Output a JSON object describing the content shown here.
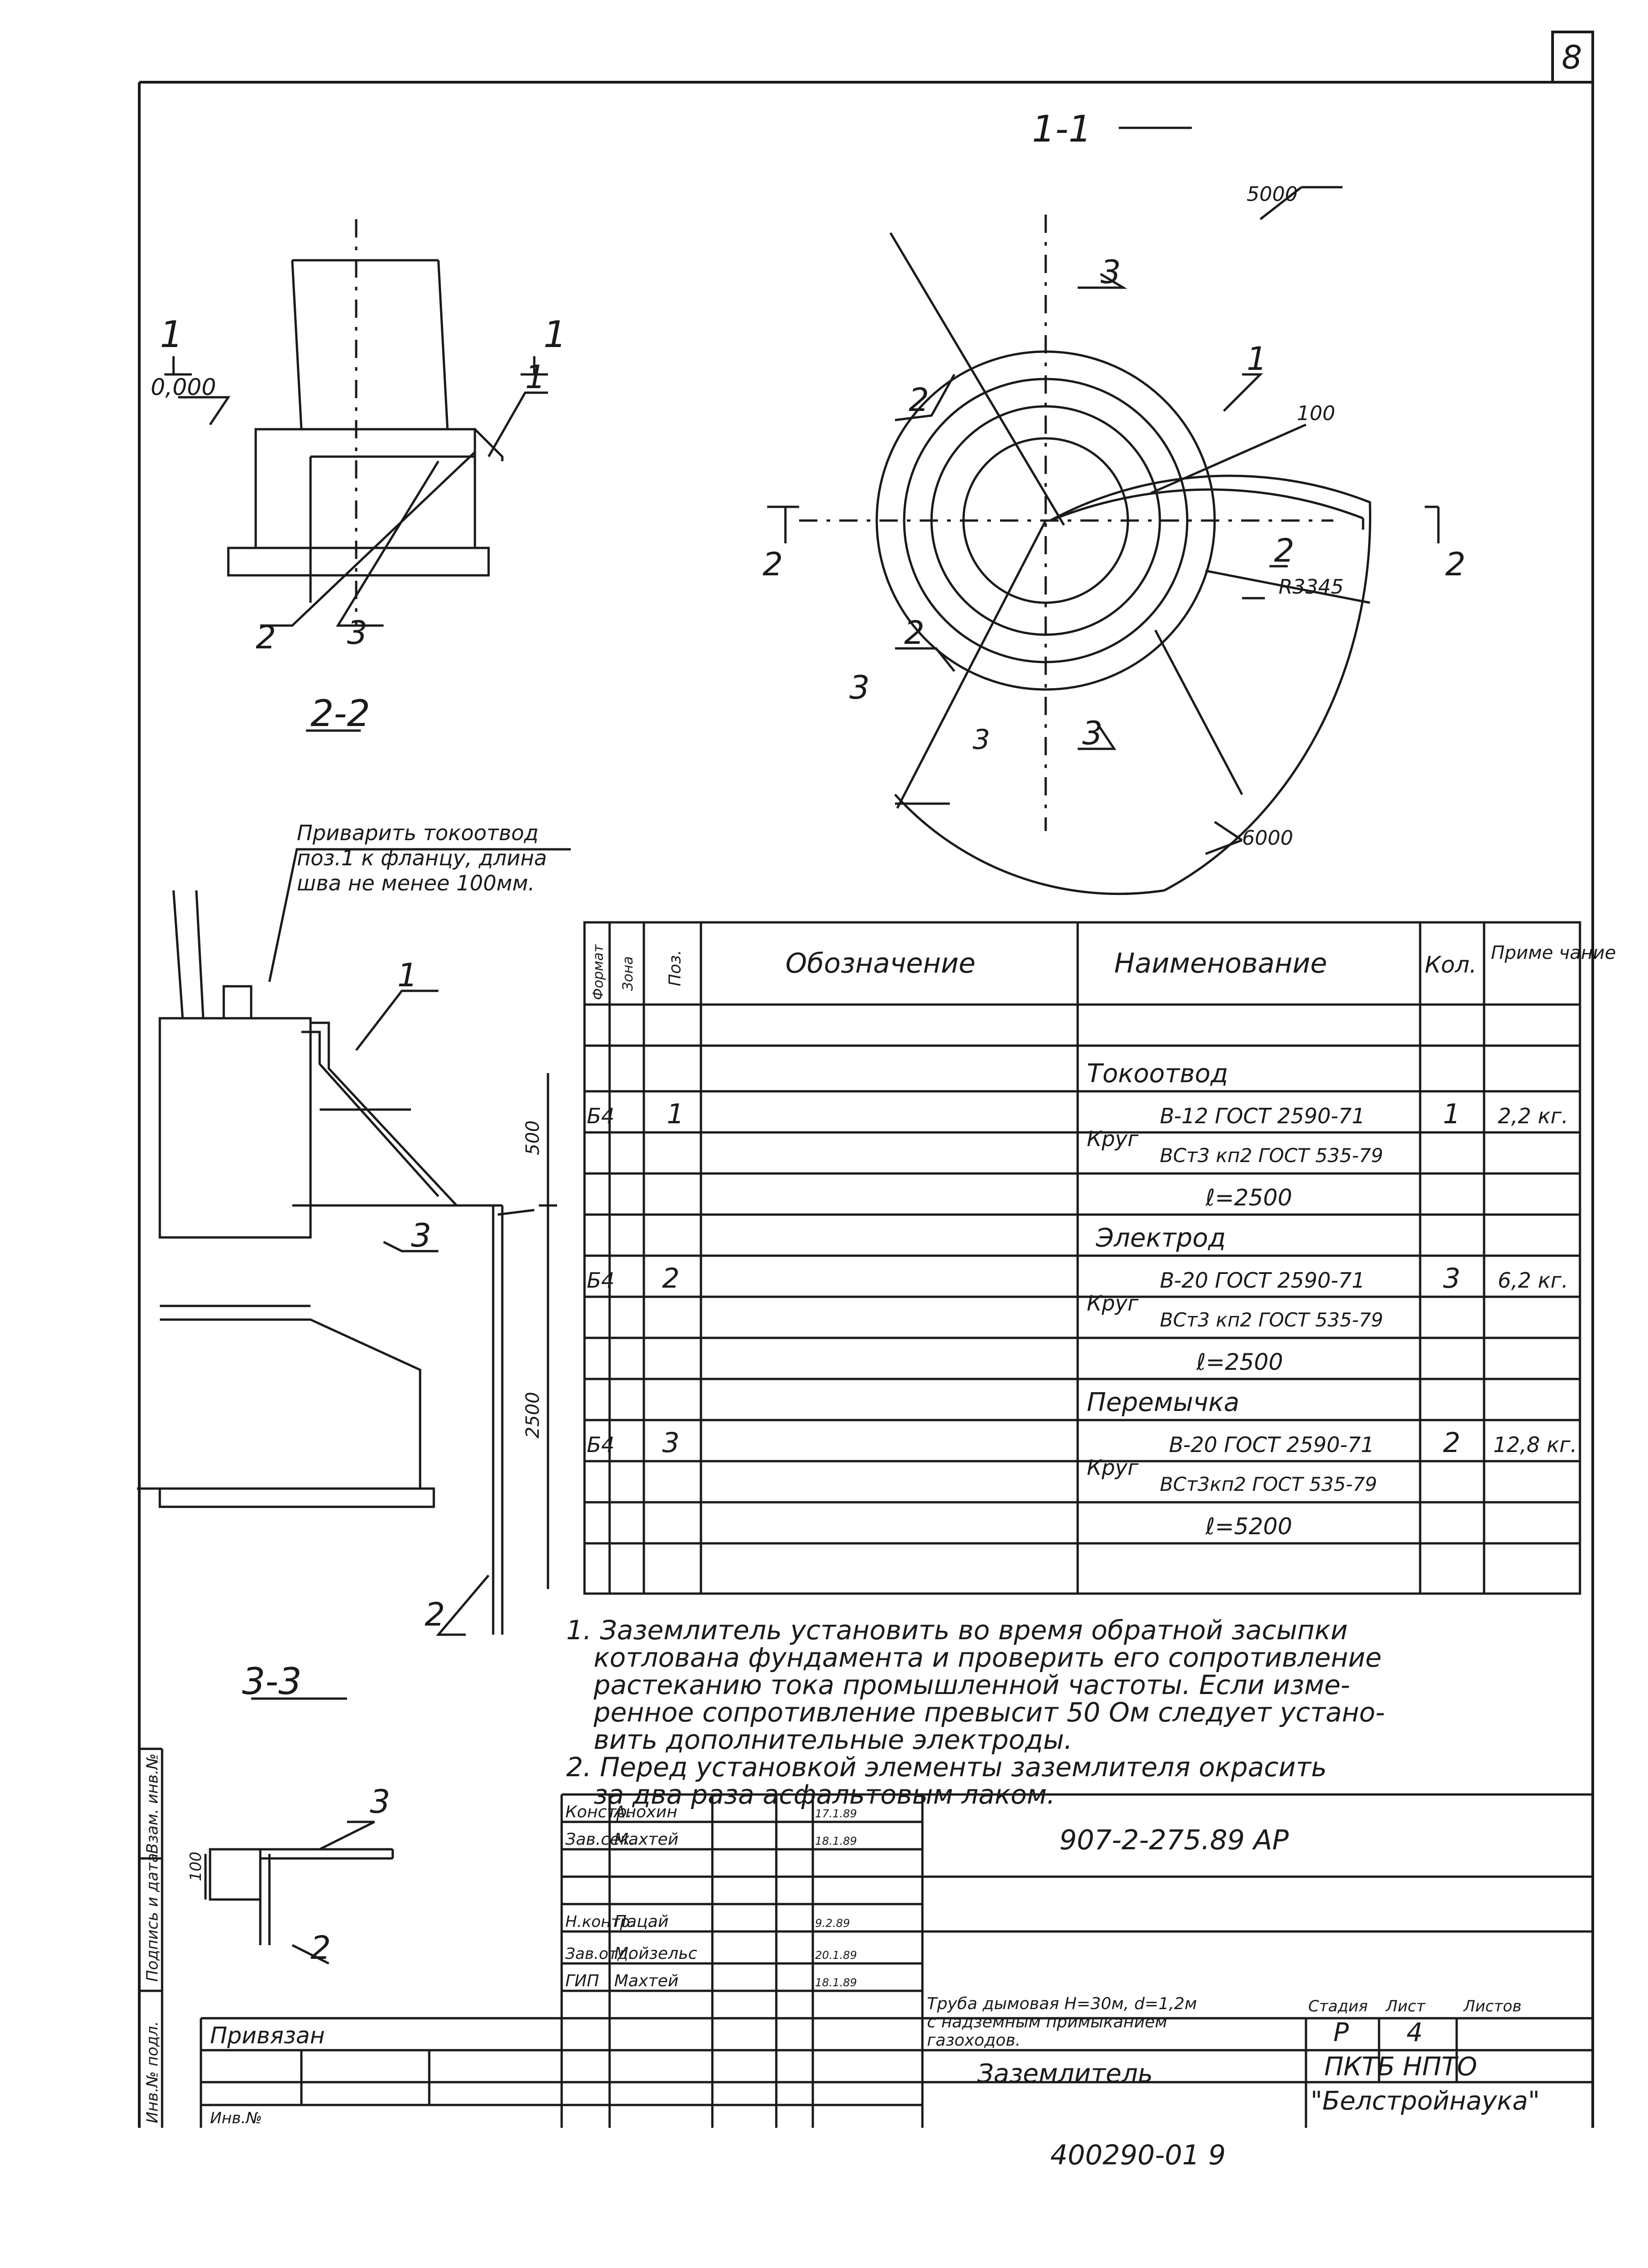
{
  "sheet_corner": "8",
  "section_1": {
    "title": "1-1",
    "arc_outer_top": "5000",
    "arc_outer_bottom": "6000",
    "radius_label": "R3345",
    "dim_100": "100",
    "pos_labels": [
      "3",
      "1",
      "2",
      "2",
      "2",
      "3"
    ],
    "cut_2_left": "2",
    "cut_2_right": "2",
    "cut_3": "3",
    "cut_3b": "3"
  },
  "section_2": {
    "title": "2-2",
    "level": "0,000",
    "cut_1_left": "1",
    "cut_1_right": "1",
    "pos_1": "1",
    "pos_2": "2",
    "pos_3": "3"
  },
  "detail_note": [
    "Приварить токоотвод",
    "поз.1 к фланцу, длина",
    "шва не менее 100мм."
  ],
  "detail": {
    "pos_1": "1",
    "pos_2": "2",
    "pos_3": "3",
    "dim_500": "500",
    "dim_2500": "2500"
  },
  "section_3": {
    "title": "3-3",
    "pos_2": "2",
    "pos_3": "3",
    "dim_100": "100"
  },
  "spec_table": {
    "headers": [
      "Формат",
      "Зона",
      "Поз.",
      "Обозначение",
      "Наименование",
      "Кол.",
      "Приме чание"
    ],
    "groups": [
      {
        "name": "Токоотвод",
        "format": "Б4",
        "pos": "1",
        "item": "Круг",
        "line1": "B-12 ГОСТ 2590-71",
        "line2": "ВСт3 кп2 ГОСТ 535-79",
        "length": "ℓ=2500",
        "qty": "1",
        "note": "2,2 кг."
      },
      {
        "name": "Электрод",
        "format": "Б4",
        "pos": "2",
        "item": "Круг",
        "line1": "B-20 ГОСТ 2590-71",
        "line2": "ВСт3 кп2 ГОСТ 535-79",
        "length": "ℓ=2500",
        "qty": "3",
        "note": "6,2 кг."
      },
      {
        "name": "Перемычка",
        "format": "Б4",
        "pos": "3",
        "item": "Круг",
        "line1": "B-20 ГОСТ 2590-71",
        "line2": "ВСт3кп2 ГОСТ 535-79",
        "length": "ℓ=5200",
        "qty": "2",
        "note": "12,8 кг."
      }
    ]
  },
  "notes": [
    "1.  Заземлитель установить во время обратной засыпки",
    "котлована фундамента и проверить его сопротивление",
    "растеканию тока промышленной частоты. Если изме-",
    "ренное сопротивление превысит 50 Ом следует устано-",
    "вить дополнительные электроды.",
    "2.  Перед установкой элементы заземлителя окрасить",
    "за два раза асфальтовым лаком."
  ],
  "side_stamp": [
    "Инв.№ подл.",
    "Подпись и дата",
    "Взам. инв.№"
  ],
  "title_block": {
    "code": "907-2-275.89 АР",
    "people": [
      {
        "role": "Констр.",
        "name": "Анохин",
        "date": "17.1.89"
      },
      {
        "role": "Зав.сек.",
        "name": "Махтей",
        "date": "18.1.89"
      },
      {
        "role": "Н.контр.",
        "name": "Пацай",
        "date": "9.2.89"
      },
      {
        "role": "Зав.отд.",
        "name": "Мойзельс",
        "date": "20.1.89"
      },
      {
        "role": "ГИП",
        "name": "Махтей",
        "date": "18.1.89"
      }
    ],
    "project": [
      "Труба дымовая Н=30м, d=1,2м",
      "с надземным примыканием",
      "газоходов."
    ],
    "stage_h": "Стадия",
    "sheet_h": "Лист",
    "sheets_h": "Листов",
    "stage": "Р",
    "sheet": "4",
    "sheet_name": "Заземлитель",
    "org": [
      "ПКТБ НПТО",
      "\"Белстройнаука\""
    ],
    "privyazan": "Привязан",
    "inv": "Инв.№"
  },
  "bottom_number": "400290-01  9"
}
